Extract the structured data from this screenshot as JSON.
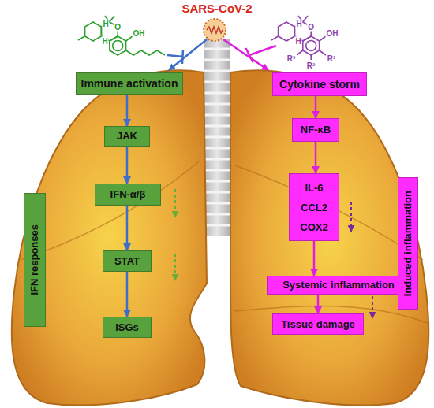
{
  "diagram": {
    "title": "SARS-CoV-2",
    "nodes": [
      {
        "text": [
          "Immune activation"
        ]
      },
      {
        "text": [
          "JAK"
        ]
      },
      {
        "text": [
          "IFN-α/β"
        ]
      },
      {
        "text": [
          "STAT"
        ]
      },
      {
        "text": [
          "ISGs"
        ]
      },
      {
        "text": [
          "IFN responses"
        ]
      },
      {
        "text": [
          "Cytokine storm"
        ]
      },
      {
        "text": [
          "NF-κB"
        ]
      },
      {
        "text": [
          "IL-6 CCL2 COX2"
        ]
      },
      {
        "text": [
          "Systemic inflammation"
        ]
      },
      {
        "text": [
          "Tissue damage"
        ]
      },
      {
        "text": [
          "Induced inflammation"
        ]
      }
    ],
    "edges": [
      {
        "from": 0,
        "to": 1,
        "arrow": "to"
      },
      {
        "from": 1,
        "to": 2,
        "arrow": "to"
      },
      {
        "from": 2,
        "to": 3,
        "arrow": "to"
      },
      {
        "from": 3,
        "to": 4,
        "arrow": "to"
      },
      {
        "from": 6,
        "to": 7,
        "arrow": "to"
      },
      {
        "from": 7,
        "to": 8,
        "arrow": "to"
      },
      {
        "from": 8,
        "to": 9,
        "arrow": "to"
      },
      {
        "from": 9,
        "to": 10,
        "arrow": "to"
      }
    ],
    "labels": [
      "H",
      "OH",
      "H",
      "O",
      "H",
      "OH",
      "R¹",
      "H",
      "R²",
      "R³",
      "O"
    ]
  }
}
